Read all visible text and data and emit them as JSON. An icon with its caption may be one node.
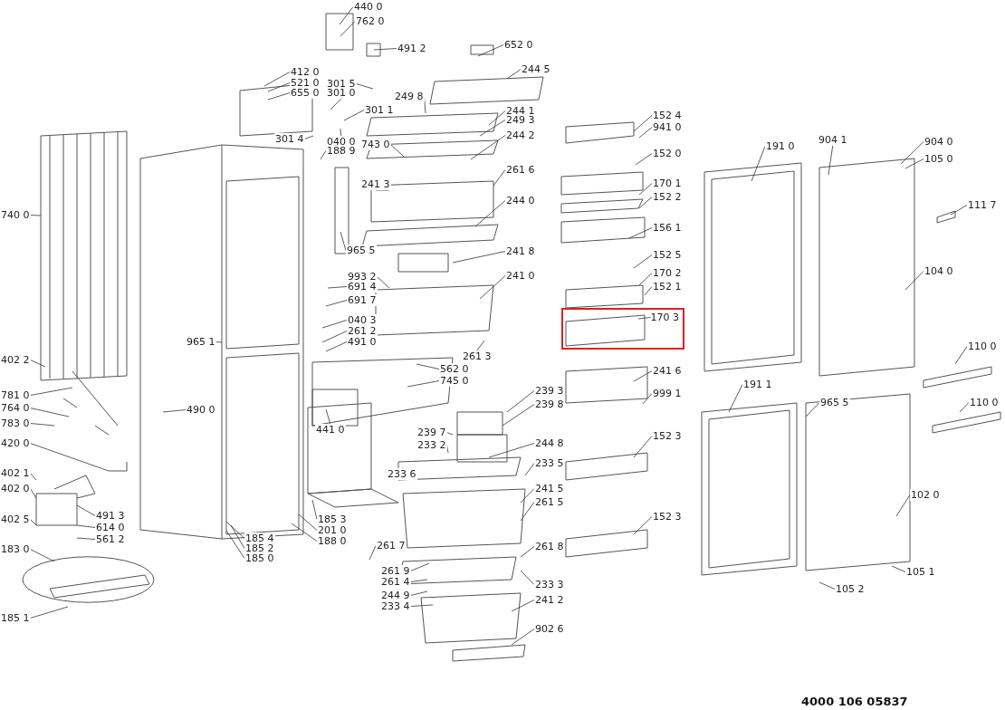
{
  "diagram": {
    "nodes": [
      {
        "text": [
          "440 0"
        ]
      },
      {
        "text": [
          "762 0"
        ]
      },
      {
        "text": [
          "491 2"
        ]
      },
      {
        "text": [
          "652 0"
        ]
      },
      {
        "text": [
          "244 5"
        ]
      },
      {
        "text": [
          "412 0"
        ]
      },
      {
        "text": [
          "521 0"
        ]
      },
      {
        "text": [
          "655 0"
        ]
      },
      {
        "text": [
          "301 5"
        ]
      },
      {
        "text": [
          "301 0"
        ]
      },
      {
        "text": [
          "249 8"
        ]
      },
      {
        "text": [
          "301 1"
        ]
      },
      {
        "text": [
          "152 4"
        ]
      },
      {
        "text": [
          "244 1"
        ]
      },
      {
        "text": [
          "249 3"
        ]
      },
      {
        "text": [
          "941 0"
        ]
      },
      {
        "text": [
          "301 4"
        ]
      },
      {
        "text": [
          "040 0"
        ]
      },
      {
        "text": [
          "188 9"
        ]
      },
      {
        "text": [
          "743 0"
        ]
      },
      {
        "text": [
          "244 2"
        ]
      },
      {
        "text": [
          "191 0"
        ]
      },
      {
        "text": [
          "904 1"
        ]
      },
      {
        "text": [
          "904 0"
        ]
      },
      {
        "text": [
          "105 0"
        ]
      },
      {
        "text": [
          "152 0"
        ]
      },
      {
        "text": [
          "261 6"
        ]
      },
      {
        "text": [
          "241 3"
        ]
      },
      {
        "text": [
          "170 1"
        ]
      },
      {
        "text": [
          "740 0"
        ]
      },
      {
        "text": [
          "152 2"
        ]
      },
      {
        "text": [
          "244 0"
        ]
      },
      {
        "text": [
          "111 7"
        ]
      },
      {
        "text": [
          "156 1"
        ]
      },
      {
        "text": [
          "965 5"
        ]
      },
      {
        "text": [
          "241 8"
        ]
      },
      {
        "text": [
          "152 5"
        ]
      },
      {
        "text": [
          "993 2"
        ]
      },
      {
        "text": [
          "691 4"
        ]
      },
      {
        "text": [
          "170 2"
        ]
      },
      {
        "text": [
          "241 0"
        ]
      },
      {
        "text": [
          "104 0"
        ]
      },
      {
        "text": [
          "152 1"
        ]
      },
      {
        "text": [
          "691 7"
        ]
      },
      {
        "text": [
          "170 3"
        ]
      },
      {
        "text": [
          "040 3"
        ]
      },
      {
        "text": [
          "965 1"
        ]
      },
      {
        "text": [
          "261 2"
        ]
      },
      {
        "text": [
          "491 0"
        ]
      },
      {
        "text": [
          "261 3"
        ]
      },
      {
        "text": [
          "562 0"
        ]
      },
      {
        "text": [
          "745 0"
        ]
      },
      {
        "text": [
          "110 0"
        ]
      },
      {
        "text": [
          "241 6"
        ]
      },
      {
        "text": [
          "999 1"
        ]
      },
      {
        "text": [
          "402 2"
        ]
      },
      {
        "text": [
          "781 0"
        ]
      },
      {
        "text": [
          "764 0"
        ]
      },
      {
        "text": [
          "783 0"
        ]
      },
      {
        "text": [
          "420 0"
        ]
      },
      {
        "text": [
          "490 0"
        ]
      },
      {
        "text": [
          "441 0"
        ]
      },
      {
        "text": [
          "239 3"
        ]
      },
      {
        "text": [
          "239 8"
        ]
      },
      {
        "text": [
          "191 1"
        ]
      },
      {
        "text": [
          "965 5"
        ]
      },
      {
        "text": [
          "110 0"
        ]
      },
      {
        "text": [
          "239 7"
        ]
      },
      {
        "text": [
          "233 2"
        ]
      },
      {
        "text": [
          "244 8"
        ]
      },
      {
        "text": [
          "233 5"
        ]
      },
      {
        "text": [
          "152 3"
        ]
      },
      {
        "text": [
          "402 1"
        ]
      },
      {
        "text": [
          "402 0"
        ]
      },
      {
        "text": [
          "233 6"
        ]
      },
      {
        "text": [
          "241 5"
        ]
      },
      {
        "text": [
          "261 5"
        ]
      },
      {
        "text": [
          "102 0"
        ]
      },
      {
        "text": [
          "491 3"
        ]
      },
      {
        "text": [
          "402 5"
        ]
      },
      {
        "text": [
          "614 0"
        ]
      },
      {
        "text": [
          "561 2"
        ]
      },
      {
        "text": [
          "185 3"
        ]
      },
      {
        "text": [
          "201 0"
        ]
      },
      {
        "text": [
          "152 3"
        ]
      },
      {
        "text": [
          "185 4"
        ]
      },
      {
        "text": [
          "188 0"
        ]
      },
      {
        "text": [
          "185 2"
        ]
      },
      {
        "text": [
          "183 0"
        ]
      },
      {
        "text": [
          "185 0"
        ]
      },
      {
        "text": [
          "261 7"
        ]
      },
      {
        "text": [
          "261 8"
        ]
      },
      {
        "text": [
          "261 9"
        ]
      },
      {
        "text": [
          "105 1"
        ]
      },
      {
        "text": [
          "261 4"
        ]
      },
      {
        "text": [
          "233 3"
        ]
      },
      {
        "text": [
          "105 2"
        ]
      },
      {
        "text": [
          "244 9"
        ]
      },
      {
        "text": [
          "241 2"
        ]
      },
      {
        "text": [
          "233 4"
        ]
      },
      {
        "text": [
          "185 1"
        ]
      },
      {
        "text": [
          "902 6"
        ]
      }
    ],
    "edges": [
      {
        "from": 0,
        "to": null,
        "arrow": "none"
      },
      {
        "from": 1,
        "to": null,
        "arrow": "none"
      },
      {
        "from": 2,
        "to": null,
        "arrow": "none"
      },
      {
        "from": 3,
        "to": null,
        "arrow": "none"
      },
      {
        "from": 4,
        "to": null,
        "arrow": "none"
      },
      {
        "from": 5,
        "to": null,
        "arrow": "none"
      },
      {
        "from": 6,
        "to": null,
        "arrow": "none"
      },
      {
        "from": 7,
        "to": null,
        "arrow": "none"
      },
      {
        "from": 8,
        "to": null,
        "arrow": "none"
      },
      {
        "from": 9,
        "to": null,
        "arrow": "none"
      },
      {
        "from": 10,
        "to": null,
        "arrow": "none"
      },
      {
        "from": 11,
        "to": null,
        "arrow": "none"
      },
      {
        "from": 12,
        "to": null,
        "arrow": "none"
      },
      {
        "from": 13,
        "to": null,
        "arrow": "none"
      },
      {
        "from": 14,
        "to": null,
        "arrow": "none"
      },
      {
        "from": 15,
        "to": null,
        "arrow": "none"
      },
      {
        "from": 16,
        "to": null,
        "arrow": "none"
      },
      {
        "from": 17,
        "to": null,
        "arrow": "none"
      },
      {
        "from": 18,
        "to": null,
        "arrow": "none"
      },
      {
        "from": 19,
        "to": null,
        "arrow": "none"
      },
      {
        "from": 20,
        "to": null,
        "arrow": "none"
      },
      {
        "from": 21,
        "to": null,
        "arrow": "none"
      },
      {
        "from": 22,
        "to": null,
        "arrow": "none"
      },
      {
        "from": 23,
        "to": null,
        "arrow": "none"
      },
      {
        "from": 24,
        "to": null,
        "arrow": "none"
      },
      {
        "from": 25,
        "to": null,
        "arrow": "none"
      },
      {
        "from": 26,
        "to": null,
        "arrow": "none"
      },
      {
        "from": 27,
        "to": null,
        "arrow": "none"
      },
      {
        "from": 28,
        "to": null,
        "arrow": "none"
      },
      {
        "from": 29,
        "to": null,
        "arrow": "none"
      },
      {
        "from": 30,
        "to": null,
        "arrow": "none"
      },
      {
        "from": 31,
        "to": null,
        "arrow": "none"
      },
      {
        "from": 32,
        "to": null,
        "arrow": "none"
      },
      {
        "from": 33,
        "to": null,
        "arrow": "none"
      },
      {
        "from": 34,
        "to": null,
        "arrow": "none"
      },
      {
        "from": 35,
        "to": null,
        "arrow": "none"
      },
      {
        "from": 36,
        "to": null,
        "arrow": "none"
      },
      {
        "from": 37,
        "to": null,
        "arrow": "none"
      },
      {
        "from": 38,
        "to": null,
        "arrow": "none"
      },
      {
        "from": 39,
        "to": null,
        "arrow": "none"
      },
      {
        "from": 40,
        "to": null,
        "arrow": "none"
      },
      {
        "from": 41,
        "to": null,
        "arrow": "none"
      },
      {
        "from": 42,
        "to": null,
        "arrow": "none"
      },
      {
        "from": 43,
        "to": null,
        "arrow": "none"
      },
      {
        "from": 44,
        "to": null,
        "arrow": "none"
      },
      {
        "from": 45,
        "to": null,
        "arrow": "none"
      },
      {
        "from": 46,
        "to": null,
        "arrow": "none"
      },
      {
        "from": 47,
        "to": null,
        "arrow": "none"
      },
      {
        "from": 48,
        "to": null,
        "arrow": "none"
      },
      {
        "from": 49,
        "to": null,
        "arrow": "none"
      },
      {
        "from": 50,
        "to": null,
        "arrow": "none"
      },
      {
        "from": 51,
        "to": null,
        "arrow": "none"
      },
      {
        "from": 52,
        "to": null,
        "arrow": "none"
      },
      {
        "from": 53,
        "to": null,
        "arrow": "none"
      },
      {
        "from": 54,
        "to": null,
        "arrow": "none"
      },
      {
        "from": 55,
        "to": null,
        "arrow": "none"
      },
      {
        "from": 56,
        "to": null,
        "arrow": "none"
      },
      {
        "from": 57,
        "to": null,
        "arrow": "none"
      },
      {
        "from": 58,
        "to": null,
        "arrow": "none"
      },
      {
        "from": 59,
        "to": null,
        "arrow": "none"
      },
      {
        "from": 60,
        "to": null,
        "arrow": "none"
      },
      {
        "from": 61,
        "to": null,
        "arrow": "none"
      },
      {
        "from": 62,
        "to": null,
        "arrow": "none"
      },
      {
        "from": 63,
        "to": null,
        "arrow": "none"
      },
      {
        "from": 64,
        "to": null,
        "arrow": "none"
      },
      {
        "from": 65,
        "to": null,
        "arrow": "none"
      },
      {
        "from": 66,
        "to": null,
        "arrow": "none"
      },
      {
        "from": 67,
        "to": null,
        "arrow": "none"
      },
      {
        "from": 68,
        "to": null,
        "arrow": "none"
      },
      {
        "from": 69,
        "to": null,
        "arrow": "none"
      },
      {
        "from": 70,
        "to": null,
        "arrow": "none"
      },
      {
        "from": 71,
        "to": null,
        "arrow": "none"
      },
      {
        "from": 72,
        "to": null,
        "arrow": "none"
      },
      {
        "from": 73,
        "to": null,
        "arrow": "none"
      },
      {
        "from": 74,
        "to": null,
        "arrow": "none"
      },
      {
        "from": 75,
        "to": null,
        "arrow": "none"
      },
      {
        "from": 76,
        "to": null,
        "arrow": "none"
      },
      {
        "from": 77,
        "to": null,
        "arrow": "none"
      },
      {
        "from": 78,
        "to": null,
        "arrow": "none"
      },
      {
        "from": 79,
        "to": null,
        "arrow": "none"
      },
      {
        "from": 80,
        "to": null,
        "arrow": "none"
      },
      {
        "from": 81,
        "to": null,
        "arrow": "none"
      },
      {
        "from": 82,
        "to": null,
        "arrow": "none"
      },
      {
        "from": 83,
        "to": null,
        "arrow": "none"
      },
      {
        "from": 84,
        "to": null,
        "arrow": "none"
      },
      {
        "from": 85,
        "to": null,
        "arrow": "none"
      },
      {
        "from": 86,
        "to": null,
        "arrow": "none"
      },
      {
        "from": 87,
        "to": null,
        "arrow": "none"
      },
      {
        "from": 88,
        "to": null,
        "arrow": "none"
      },
      {
        "from": 89,
        "to": null,
        "arrow": "none"
      },
      {
        "from": 90,
        "to": null,
        "arrow": "none"
      },
      {
        "from": 91,
        "to": null,
        "arrow": "none"
      },
      {
        "from": 92,
        "to": null,
        "arrow": "none"
      },
      {
        "from": 93,
        "to": null,
        "arrow": "none"
      },
      {
        "from": 94,
        "to": null,
        "arrow": "none"
      },
      {
        "from": 95,
        "to": null,
        "arrow": "none"
      },
      {
        "from": 96,
        "to": null,
        "arrow": "none"
      },
      {
        "from": 97,
        "to": null,
        "arrow": "none"
      },
      {
        "from": 98,
        "to": null,
        "arrow": "none"
      },
      {
        "from": 99,
        "to": null,
        "arrow": "none"
      },
      {
        "from": 100,
        "to": null,
        "arrow": "none"
      },
      {
        "from": 101,
        "to": null,
        "arrow": "none"
      }
    ],
    "labels": [
      "4000 106 05837"
    ]
  }
}
